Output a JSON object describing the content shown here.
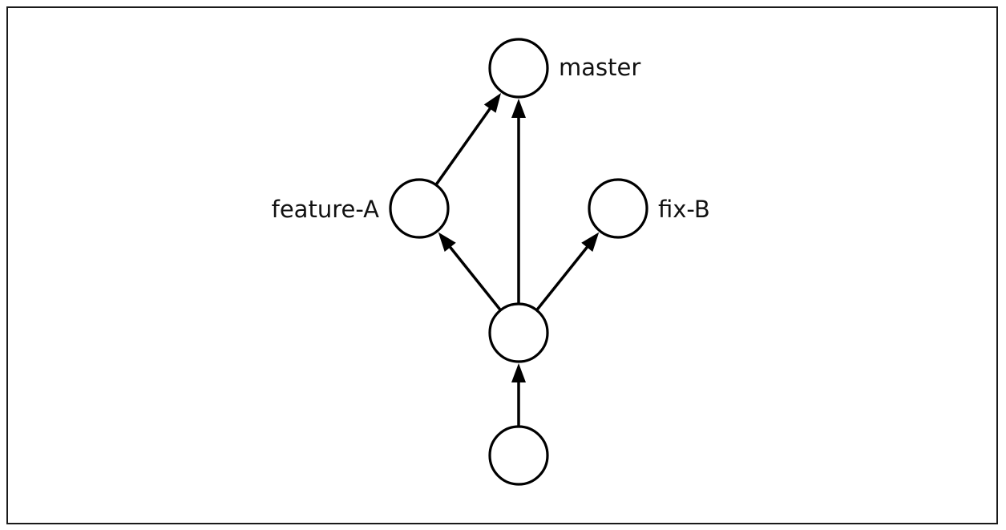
{
  "diagram": {
    "type": "git-branch-graph",
    "colors": {
      "node_fill": "#ffffff",
      "stroke": "#000000",
      "text": "#111111",
      "frame": "#1a1a1a"
    },
    "nodes": [
      {
        "id": "n_master",
        "label": "master",
        "label_side": "right"
      },
      {
        "id": "n_feature",
        "label": "feature-A",
        "label_side": "left"
      },
      {
        "id": "n_fix",
        "label": "fix-B",
        "label_side": "right"
      },
      {
        "id": "n_base",
        "label": "",
        "label_side": "none"
      },
      {
        "id": "n_root",
        "label": "",
        "label_side": "none"
      }
    ],
    "edges": [
      {
        "from": "n_root",
        "to": "n_base"
      },
      {
        "from": "n_base",
        "to": "n_master"
      },
      {
        "from": "n_base",
        "to": "n_feature"
      },
      {
        "from": "n_base",
        "to": "n_fix"
      },
      {
        "from": "n_feature",
        "to": "n_master"
      }
    ]
  }
}
